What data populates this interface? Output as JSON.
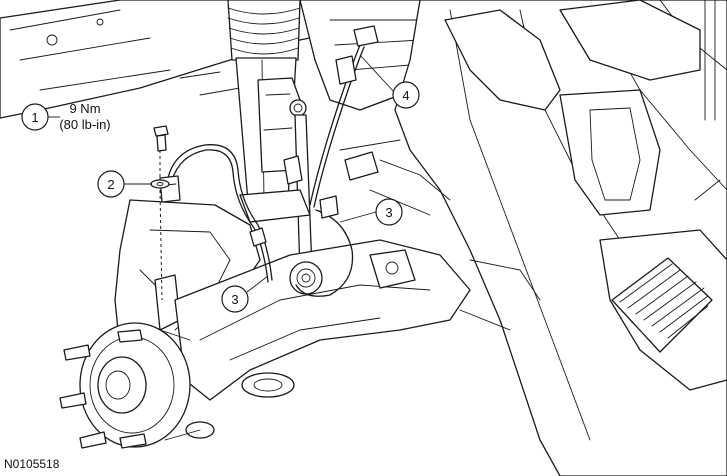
{
  "callouts": [
    {
      "number": "1"
    },
    {
      "number": "2"
    },
    {
      "number": "3"
    },
    {
      "number": "3"
    },
    {
      "number": "4"
    }
  ],
  "torque_spec": {
    "metric": "9 Nm",
    "imperial": "(80 lb-in)"
  },
  "figure_id": "N0105518"
}
